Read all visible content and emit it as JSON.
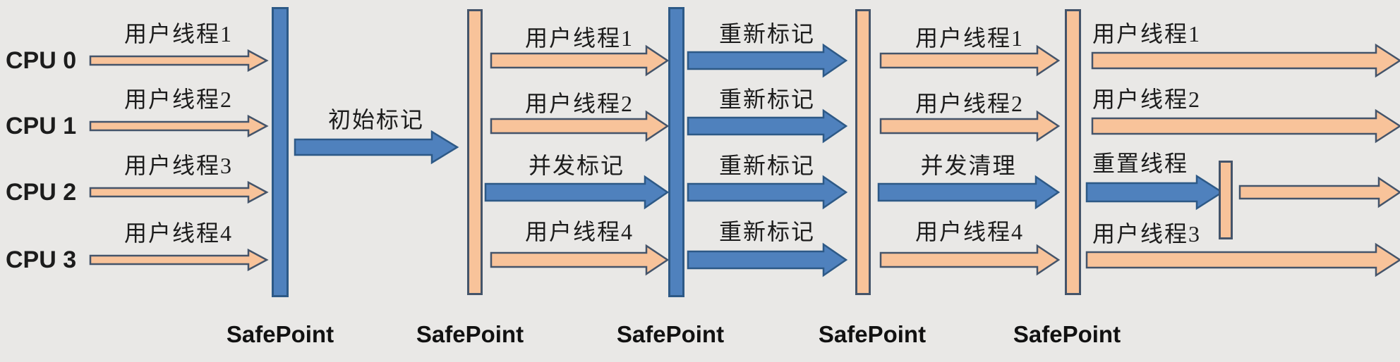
{
  "colors": {
    "bg": "#e9e8e6",
    "blue": "#4f81bd",
    "blue_border": "#2d5986",
    "orange": "#f8c39a",
    "orange_border": "#44546a",
    "ink": "#1c1c1c"
  },
  "labels": {
    "cpu": [
      "CPU 0",
      "CPU 1",
      "CPU 2",
      "CPU 3"
    ],
    "init": "初始标记",
    "s1": [
      "用户线程1",
      "用户线程2",
      "用户线程3",
      "用户线程4"
    ],
    "s2": [
      "用户线程1",
      "用户线程2",
      "并发标记",
      "用户线程4"
    ],
    "s3": [
      "重新标记",
      "重新标记",
      "重新标记",
      "重新标记"
    ],
    "s4": [
      "用户线程1",
      "用户线程2",
      "并发清理",
      "用户线程4"
    ],
    "s5": [
      "用户线程1",
      "用户线程2",
      "重置线程",
      "用户线程3"
    ],
    "safepoint": [
      "SafePoint",
      "SafePoint",
      "SafePoint",
      "SafePoint",
      "SafePoint"
    ]
  }
}
